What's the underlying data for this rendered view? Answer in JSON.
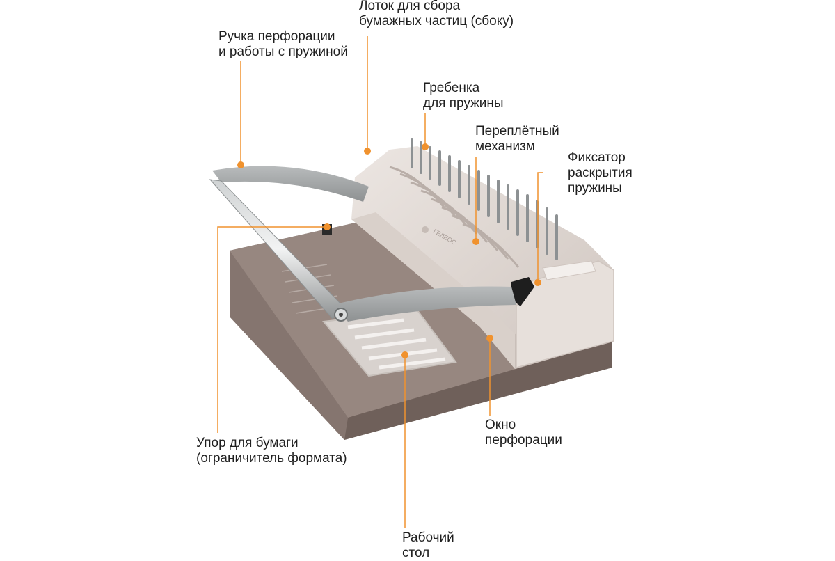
{
  "colors": {
    "leader": "#f0922e",
    "machine_cream": "#e4dcd6",
    "machine_base": "#8b7b74",
    "handle_metal": "#a9acad"
  },
  "device": {
    "logo_text": "ГЕЛЕОС"
  },
  "callouts": [
    {
      "id": "tray",
      "text": "Лоток для сбора\nбумажных частиц (сбоку)"
    },
    {
      "id": "handle",
      "text": "Ручка перфорации\nи работы с пружиной"
    },
    {
      "id": "comb",
      "text": "Гребенка\nдля пружины"
    },
    {
      "id": "binding",
      "text": "Переплётный\nмеханизм"
    },
    {
      "id": "lock",
      "text": "Фиксатор\nраскрытия\nпружины"
    },
    {
      "id": "paper-stop",
      "text": "Упор для бумаги\n(ограничитель формата)"
    },
    {
      "id": "punch-window",
      "text": "Окно\nперфорации"
    },
    {
      "id": "worktable",
      "text": "Рабочий\nстол"
    }
  ]
}
